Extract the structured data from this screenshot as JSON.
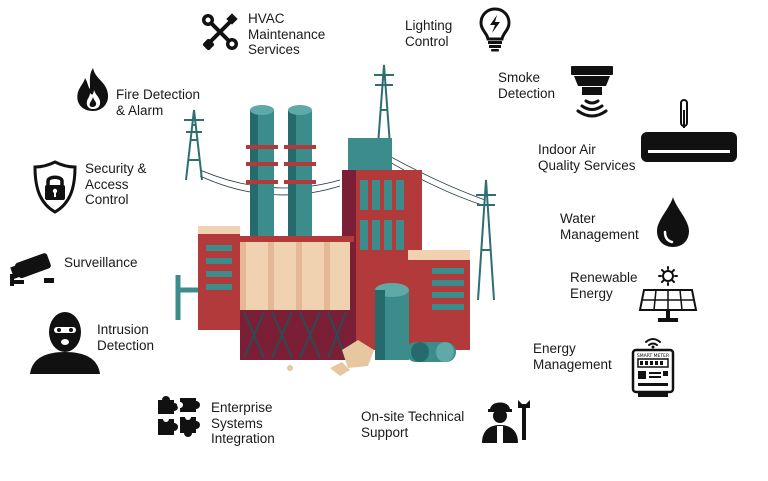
{
  "services": [
    {
      "id": "hvac",
      "label": "HVAC\nMaintenance\nServices",
      "icon": "wrench-screwdriver-icon"
    },
    {
      "id": "lighting",
      "label": "Lighting\nControl",
      "icon": "lightbulb-icon"
    },
    {
      "id": "fire",
      "label": "Fire Detection\n& Alarm",
      "icon": "flame-icon"
    },
    {
      "id": "smoke",
      "label": "Smoke\nDetection",
      "icon": "smoke-detector-icon"
    },
    {
      "id": "iaq",
      "label": "Indoor Air\nQuality Services",
      "icon": "air-conditioner-icon"
    },
    {
      "id": "security",
      "label": "Security &\nAccess\nControl",
      "icon": "shield-lock-icon"
    },
    {
      "id": "water",
      "label": "Water\nManagement",
      "icon": "water-drop-icon"
    },
    {
      "id": "surveillance",
      "label": "Surveillance",
      "icon": "cctv-camera-icon"
    },
    {
      "id": "renewable",
      "label": "Renewable\nEnergy",
      "icon": "solar-panel-icon"
    },
    {
      "id": "intrusion",
      "label": "Intrusion\nDetection",
      "icon": "masked-intruder-icon"
    },
    {
      "id": "energy",
      "label": "Energy\nManagement",
      "icon": "smart-meter-icon"
    },
    {
      "id": "enterprise",
      "label": "Enterprise\nSystems\nIntegration",
      "icon": "puzzle-pieces-icon"
    },
    {
      "id": "onsite",
      "label": "On-site Technical\nSupport",
      "icon": "technician-icon"
    }
  ],
  "meter_text": "SMART METER",
  "colors": {
    "icon": "#111111",
    "tank": "#3c8c8c",
    "tank_dark": "#256b6d",
    "brick": "#b23a3a",
    "brick_dark": "#7a1f35",
    "cream": "#f1d2b0",
    "steel": "#2b4b55"
  }
}
